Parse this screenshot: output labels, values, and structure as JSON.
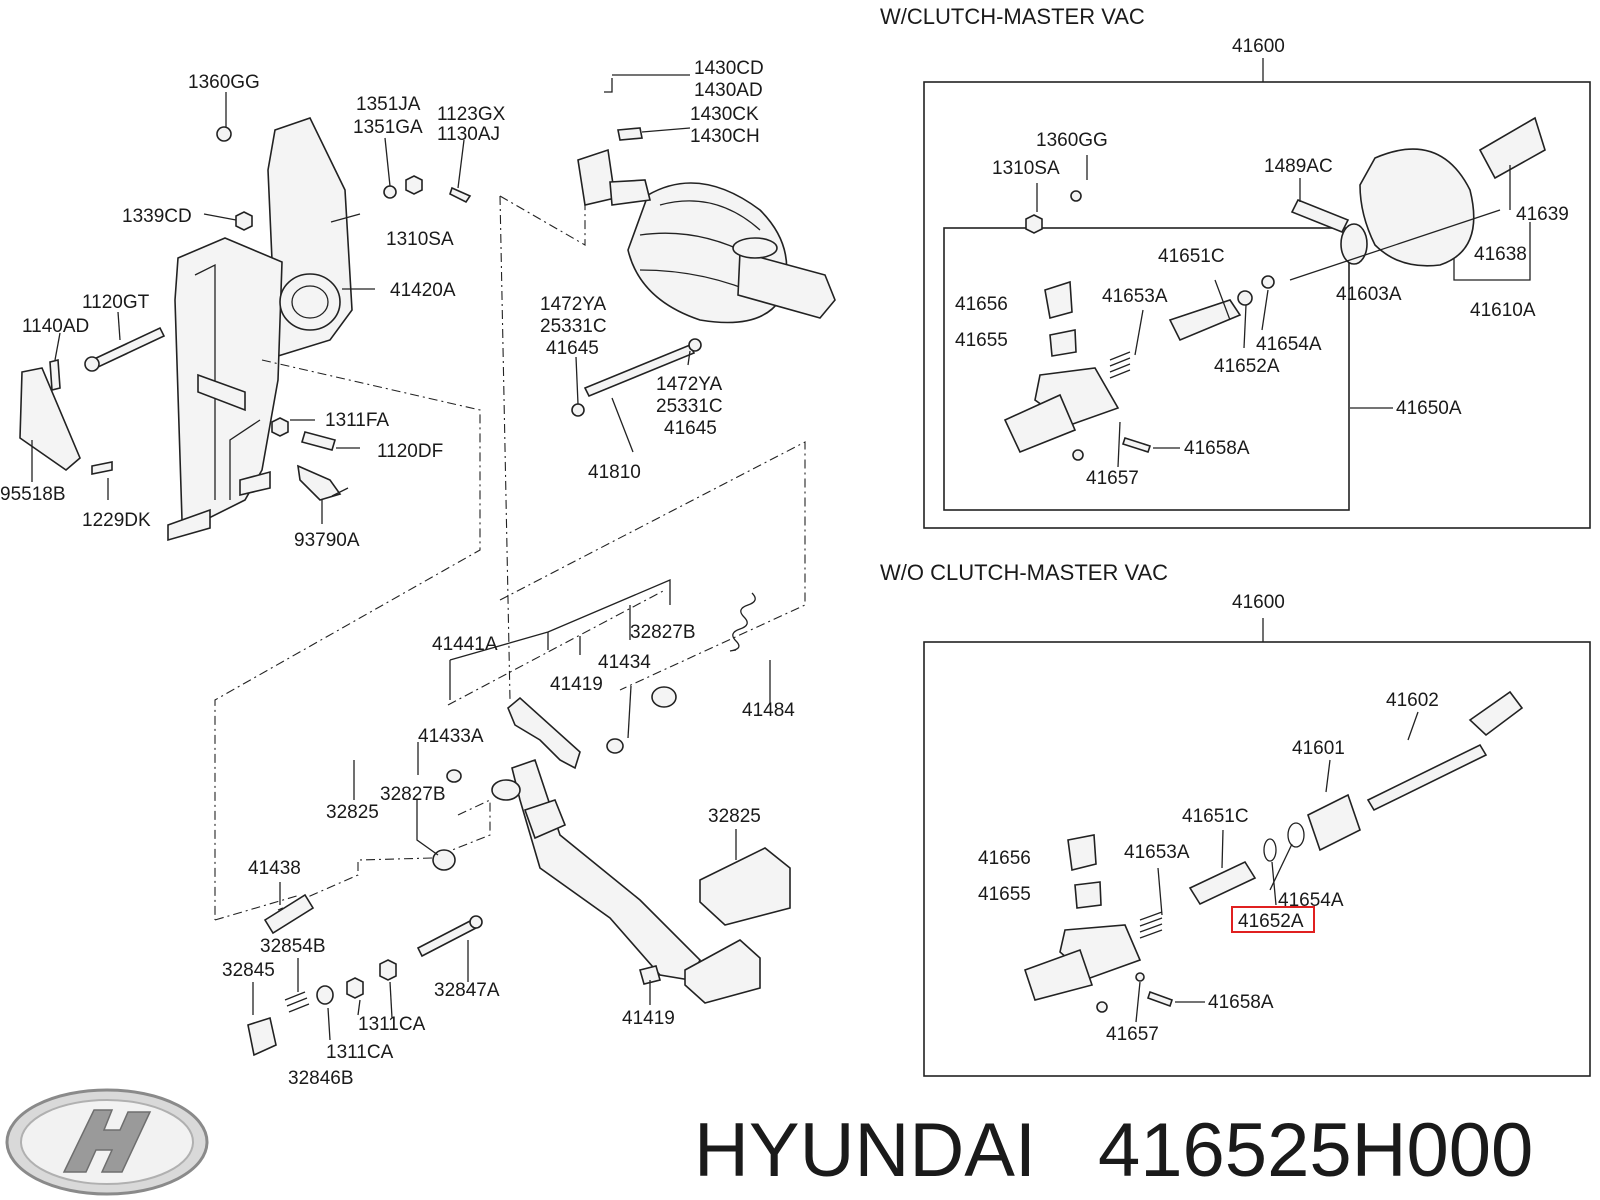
{
  "brand": {
    "name": "HYUNDAI",
    "part_number": "416525H000",
    "logo_icon": "hyundai-logo-icon"
  },
  "colors": {
    "highlight": "#e02020",
    "line": "#222222"
  },
  "sections": {
    "with_vac_title": "W/CLUTCH-MASTER VAC",
    "without_vac_title": "W/O CLUTCH-MASTER VAC",
    "assembly_label_top": "41600",
    "assembly_label_bottom": "41600"
  },
  "highlighted_part": "41652A",
  "labels_left": {
    "l1360GG": "1360GG",
    "l1351JA": "1351JA",
    "l1351GA": "1351GA",
    "l1123GX": "1123GX",
    "l1130AJ": "1130AJ",
    "l1339CD": "1339CD",
    "l1310SA": "1310SA",
    "l41420A": "41420A",
    "l1120GT": "1120GT",
    "l1140AD": "1140AD",
    "l1311FA": "1311FA",
    "l1120DF": "1120DF",
    "l95518B": "95518B",
    "l1229DK": "1229DK",
    "l93790A": "93790A"
  },
  "labels_center": {
    "l1430CD": "1430CD",
    "l1430AD": "1430AD",
    "l1430CK": "1430CK",
    "l1430CH": "1430CH",
    "l1472YA_a": "1472YA",
    "l25331C_a": "25331C",
    "l41645_a": "41645",
    "l1472YA_b": "1472YA",
    "l25331C_b": "25331C",
    "l41645_b": "41645",
    "l41810": "41810"
  },
  "labels_pedal": {
    "l41441A": "41441A",
    "l32827B_a": "32827B",
    "l41419_a": "41419",
    "l41434": "41434",
    "l41484": "41484",
    "l41433A": "41433A",
    "l32825_a": "32825",
    "l32827B_b": "32827B",
    "l32825_b": "32825",
    "l41438": "41438",
    "l32854B": "32854B",
    "l32845": "32845",
    "l32847A": "32847A",
    "l1311CA_a": "1311CA",
    "l1311CA_b": "1311CA",
    "l32846B": "32846B",
    "l41419_b": "41419"
  },
  "labels_top_box": {
    "l1360GG": "1360GG",
    "l1310SA": "1310SA",
    "l1489AC": "1489AC",
    "l41639": "41639",
    "l41638": "41638",
    "l41610A": "41610A",
    "l41603A": "41603A",
    "l41651C": "41651C",
    "l41656": "41656",
    "l41653A": "41653A",
    "l41655": "41655",
    "l41654A": "41654A",
    "l41652A": "41652A",
    "l41650A": "41650A",
    "l41658A": "41658A",
    "l41657": "41657"
  },
  "labels_bottom_box": {
    "l41602": "41602",
    "l41601": "41601",
    "l41651C": "41651C",
    "l41656": "41656",
    "l41653A": "41653A",
    "l41654A": "41654A",
    "l41655": "41655",
    "l41652A": "41652A",
    "l41658A": "41658A",
    "l41657": "41657"
  }
}
